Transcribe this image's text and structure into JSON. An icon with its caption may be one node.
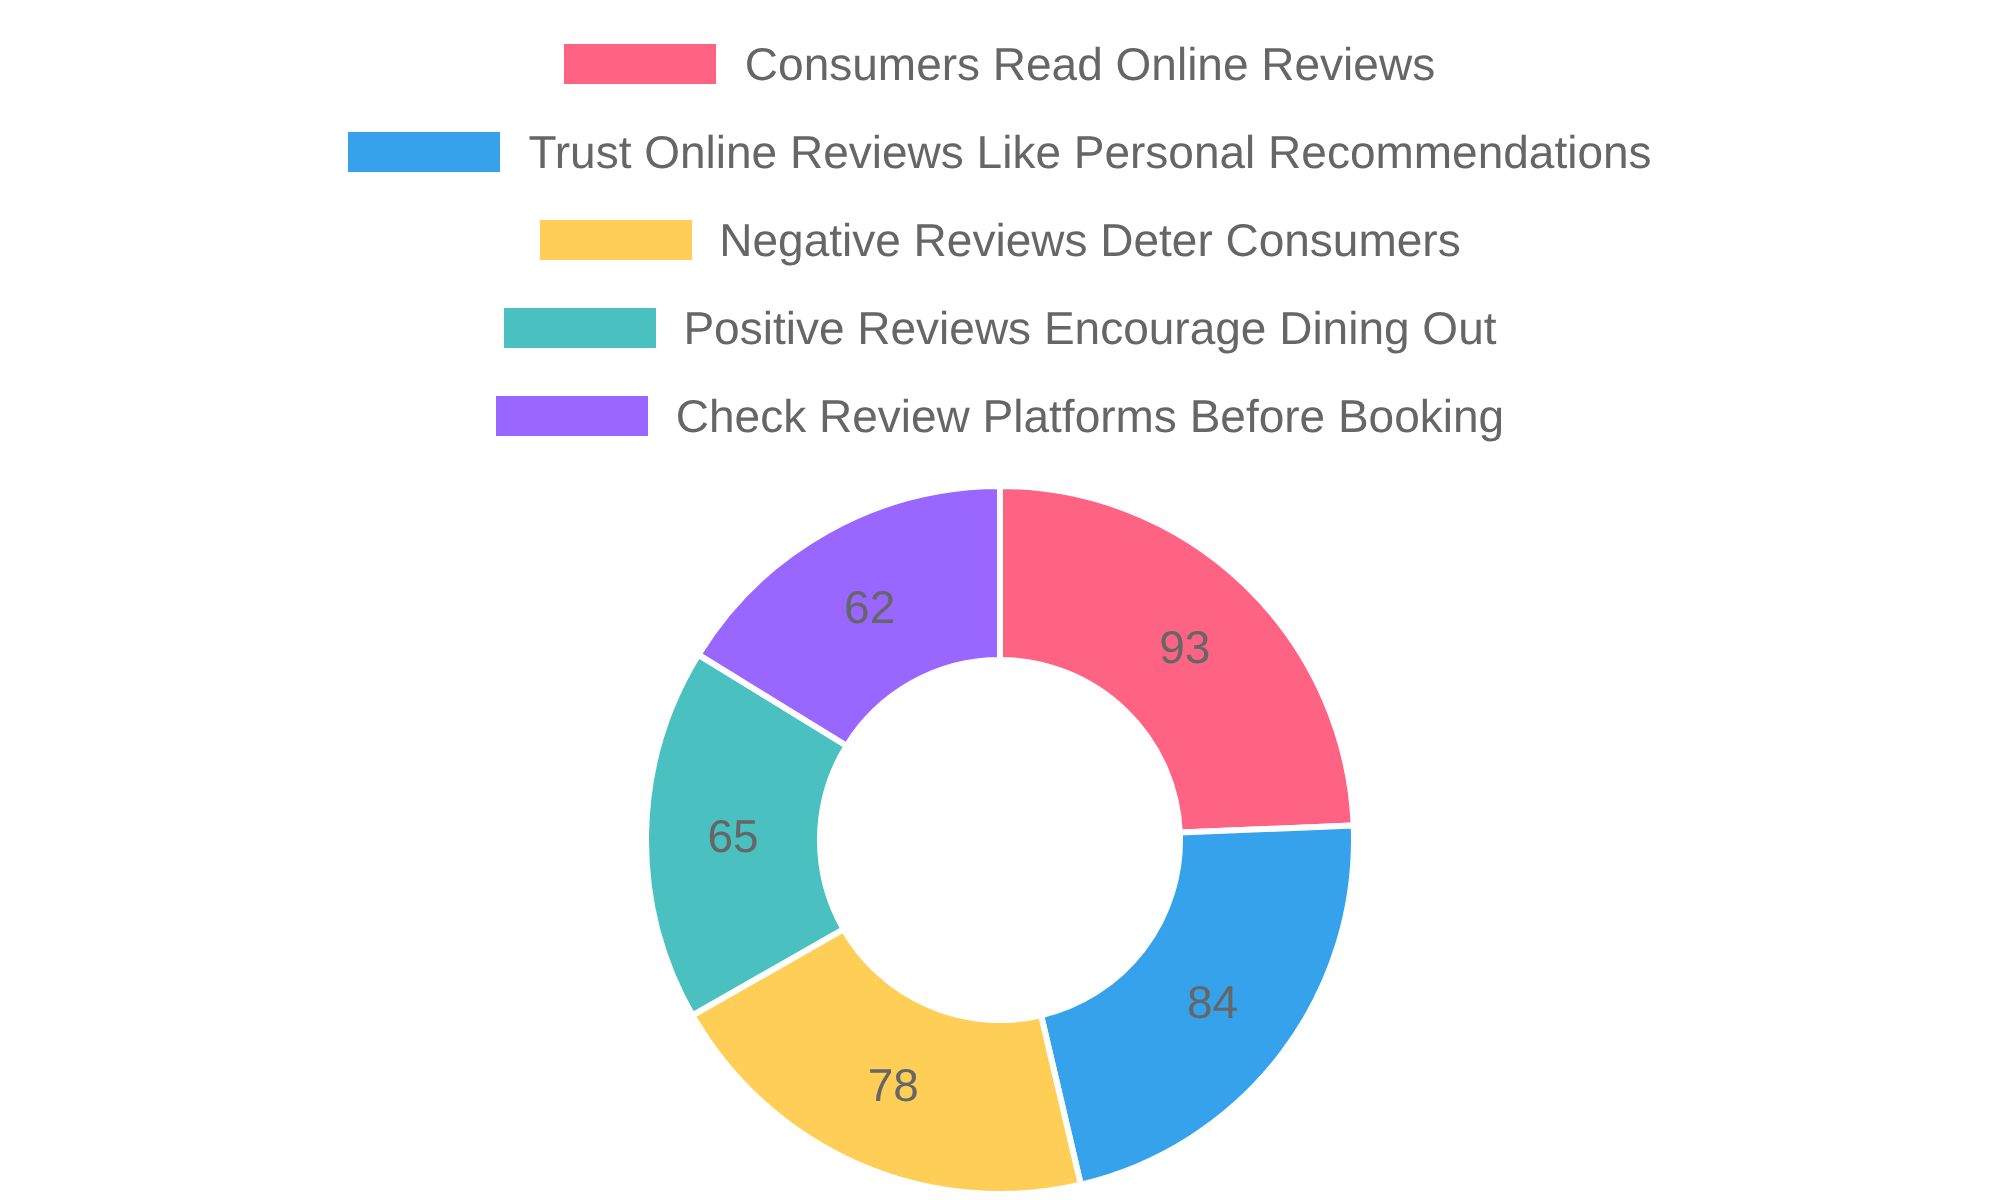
{
  "diagram": {
    "legend": [
      {
        "text": "Consumers Read Online Reviews",
        "color": "#ff6384"
      },
      {
        "text": "Trust Online Reviews Like Personal Recommendations",
        "color": "#36a2eb"
      },
      {
        "text": "Negative Reviews Deter Consumers",
        "color": "#ffce56"
      },
      {
        "text": "Positive Reviews Encourage Dining Out",
        "color": "#4bc0c0"
      },
      {
        "text": "Check Review Platforms Before Booking",
        "color": "#9966ff"
      }
    ],
    "chart_data": {
      "type": "donut",
      "values": [
        93,
        84,
        78,
        65,
        62
      ],
      "data_labels": true
    }
  }
}
